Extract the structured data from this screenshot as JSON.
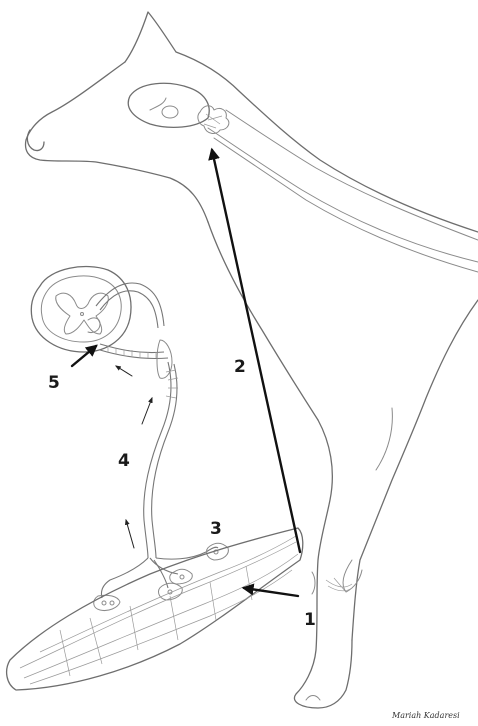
{
  "labels": {
    "l1": "1",
    "l2": "2",
    "l3": "3",
    "l4": "4",
    "l5": "5"
  },
  "signature": "Mariah Kadaresi",
  "colors": {
    "line": "#6e6e6e",
    "arrow": "#111111",
    "label": "#1a1a1a",
    "background": "#ffffff"
  }
}
